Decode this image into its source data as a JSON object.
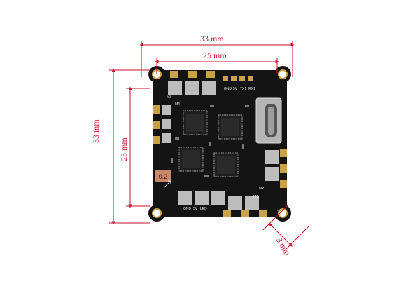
{
  "dimensions": {
    "outer_width": "33 mm",
    "inner_width": "25 mm",
    "outer_height": "33 mm",
    "inner_height": "25 mm",
    "hole_offset": "3 mm"
  },
  "board_labels": {
    "m3": "M3",
    "m4": "M4",
    "m1": "M1",
    "m2": "M2",
    "pad_labels_top": [
      "GND",
      "5V",
      "TX1",
      "RX1"
    ],
    "pad_labels_bottom": [
      "GND",
      "5V",
      "LED"
    ],
    "current_sense": "0.2",
    "plus_mark": "+",
    "minus_mark": "-"
  },
  "colors": {
    "dimension": "#c8102e",
    "board": "#141414",
    "copper": "#c9a24a",
    "component": "#bdbdbd",
    "resistor": "#c8866a"
  }
}
